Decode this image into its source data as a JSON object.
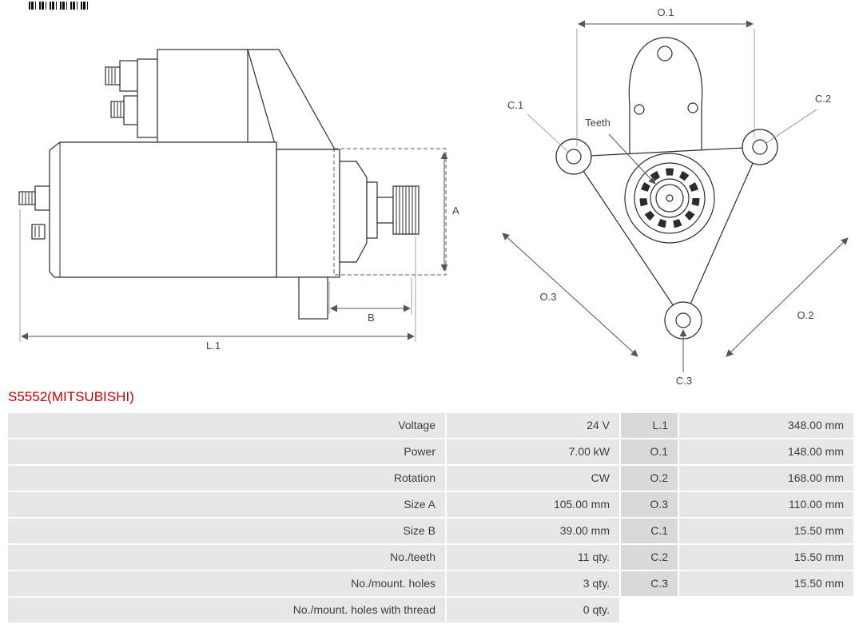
{
  "page": {
    "title": "S5552(MITSUBISHI)"
  },
  "colors": {
    "title_red": "#cc0000",
    "table_cell_bg": "#e7e7e7",
    "dim_cell_bg": "#d9d9d9",
    "drawing_line": "#2b2b2b"
  },
  "icons": {
    "barcode": "barcode"
  },
  "diagrams": {
    "side_view": {
      "description": "starter motor side profile with dimension callouts",
      "labels": {
        "a": "A",
        "b": "B",
        "l1": "L.1"
      }
    },
    "front_view": {
      "description": "starter motor mounting flange front view with dimension callouts",
      "labels": {
        "o1": "O.1",
        "o2": "O.2",
        "o3": "O.3",
        "c1": "C.1",
        "c2": "C.2",
        "c3": "C.3",
        "teeth": "Teeth"
      }
    }
  },
  "spec_table": {
    "rows": [
      {
        "label": "Voltage",
        "value": "24 V",
        "dim": "L.1",
        "dim_value": "348.00 mm"
      },
      {
        "label": "Power",
        "value": "7.00 kW",
        "dim": "O.1",
        "dim_value": "148.00 mm"
      },
      {
        "label": "Rotation",
        "value": "CW",
        "dim": "O.2",
        "dim_value": "168.00 mm"
      },
      {
        "label": "Size A",
        "value": "105.00 mm",
        "dim": "O.3",
        "dim_value": "110.00 mm"
      },
      {
        "label": "Size B",
        "value": "39.00 mm",
        "dim": "C.1",
        "dim_value": "15.50 mm"
      },
      {
        "label": "No./teeth",
        "value": "11 qty.",
        "dim": "C.2",
        "dim_value": "15.50 mm"
      },
      {
        "label": "No./mount. holes",
        "value": "3 qty.",
        "dim": "C.3",
        "dim_value": "15.50 mm"
      },
      {
        "label": "No./mount. holes with thread",
        "value": "0 qty.",
        "dim": "",
        "dim_value": ""
      }
    ]
  }
}
